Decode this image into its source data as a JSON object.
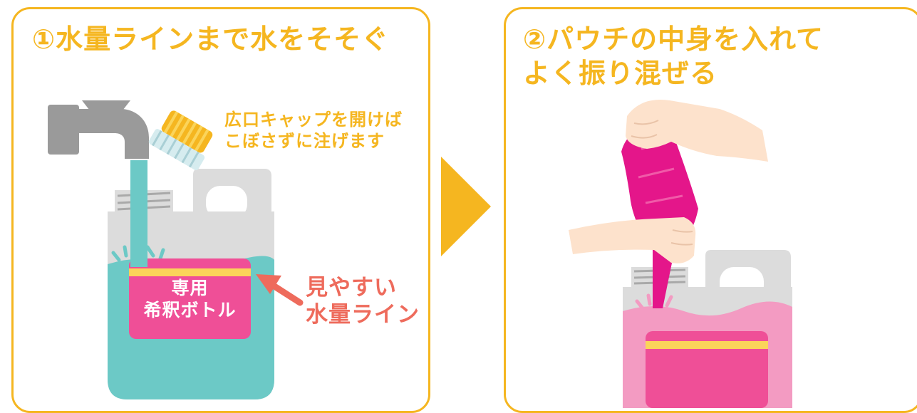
{
  "step1": {
    "title": "①水量ラインまで水をそそぐ",
    "cap_tip": "広口キャップを開けば\nこぼさずに注げます",
    "bottle_label_line1": "専用",
    "bottle_label_line2": "希釈ボトル",
    "cap_line": "見やすい\n水量ライン"
  },
  "step2": {
    "title": "②パウチの中身を入れて\n  よく振り混ぜる"
  },
  "colors": {
    "accent": "#f5b620",
    "water": "#6cc9c6",
    "label_pink": "#ef4f97",
    "label_stripe": "#fbd45a",
    "callout": "#ee6b5c",
    "pouch": "#e4168a",
    "mixed_liquid": "#f39bc2",
    "bottle_gray": "#dcdcdc",
    "faucet_gray": "#9a9a9a",
    "skin": "#fde2cc"
  }
}
